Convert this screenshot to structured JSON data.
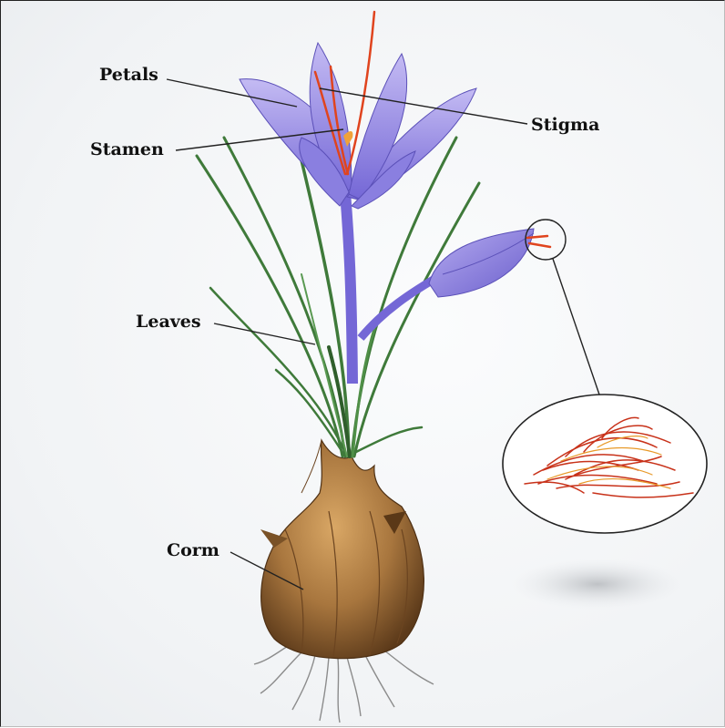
{
  "labels": {
    "petals": "Petals",
    "stigma": "Stigma",
    "stamen": "Stamen",
    "leaves": "Leaves",
    "corm": "Corm"
  },
  "colors": {
    "petal": "#9b8fe6",
    "petal_dark": "#6f63cf",
    "leaf": "#3f7a3a",
    "stigma": "#e0441e",
    "corm": "#a8763e",
    "callout_line": "#222222"
  }
}
